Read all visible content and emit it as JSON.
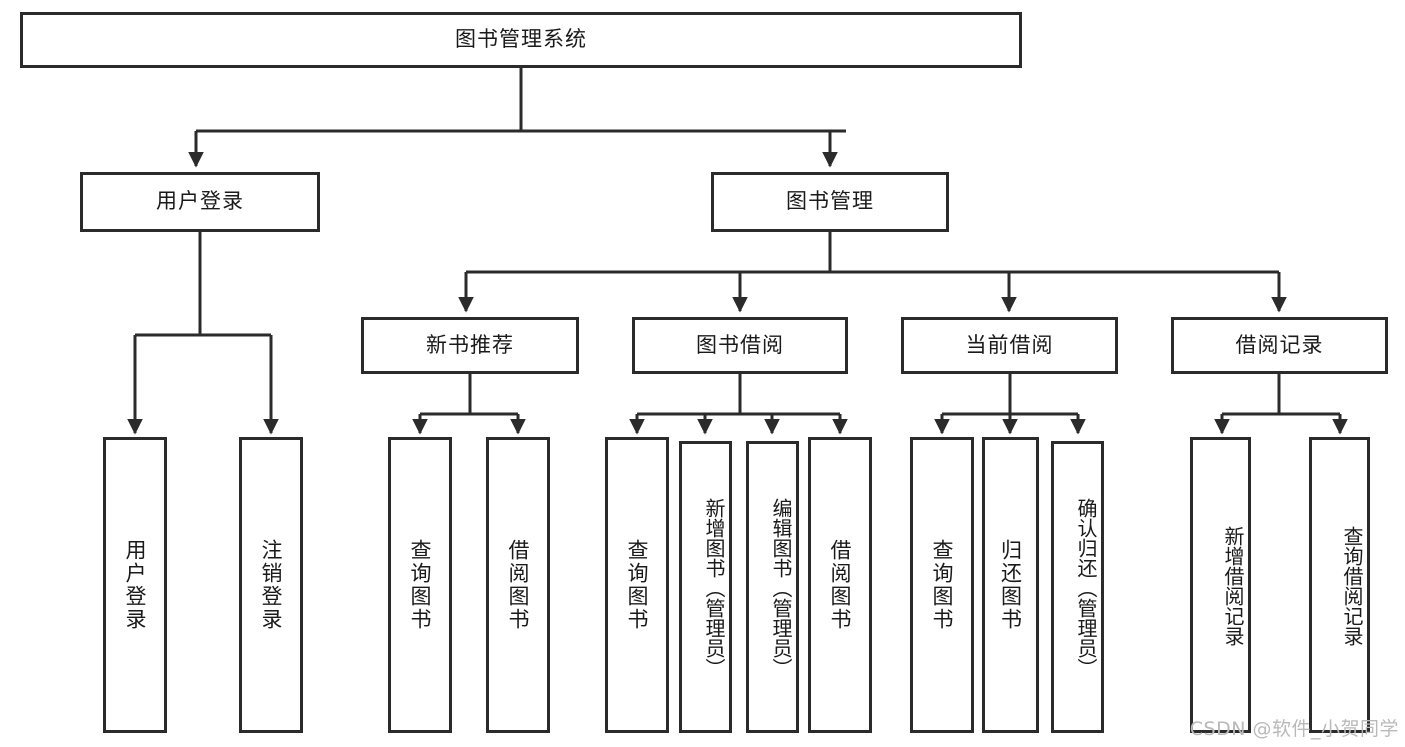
{
  "diagram": {
    "type": "tree-hierarchy-chart",
    "title": "图书管理系统",
    "watermark": "CSDN @软件_小贺同学",
    "colors": {
      "stroke": "#2b2b2b",
      "fill": "#ffffff",
      "text": "#1a1a1a",
      "watermark": "#b9b9b9"
    },
    "nodes": {
      "root": {
        "label": "图书管理系统"
      },
      "level2": [
        {
          "id": "user-login",
          "label": "用户登录"
        },
        {
          "id": "book-manage",
          "label": "图书管理"
        }
      ],
      "level3": [
        {
          "id": "new-book-rec",
          "label": "新书推荐"
        },
        {
          "id": "book-borrow",
          "label": "图书借阅"
        },
        {
          "id": "current-borrow",
          "label": "当前借阅"
        },
        {
          "id": "borrow-record",
          "label": "借阅记录"
        }
      ],
      "leaves": {
        "user-login": [
          {
            "id": "leaf-user-login",
            "label": "用户登录"
          },
          {
            "id": "leaf-logout-login",
            "label": "注销登录"
          }
        ],
        "new-book-rec": [
          {
            "id": "leaf-query-book-1",
            "label": "查询图书"
          },
          {
            "id": "leaf-borrow-book-1",
            "label": "借阅图书"
          }
        ],
        "book-borrow": [
          {
            "id": "leaf-query-book-2",
            "label": "查询图书"
          },
          {
            "id": "leaf-add-book-admin",
            "label": "新增图书（管理员）"
          },
          {
            "id": "leaf-edit-book-admin",
            "label": "编辑图书（管理员）"
          },
          {
            "id": "leaf-borrow-book-2",
            "label": "借阅图书"
          }
        ],
        "current-borrow": [
          {
            "id": "leaf-query-book-3",
            "label": "查询图书"
          },
          {
            "id": "leaf-return-book",
            "label": "归还图书"
          },
          {
            "id": "leaf-confirm-return-admin",
            "label": "确认归还（管理员）"
          }
        ],
        "borrow-record": [
          {
            "id": "leaf-add-borrow-record",
            "label": "新增借阅记录"
          },
          {
            "id": "leaf-query-borrow-record",
            "label": "查询借阅记录"
          }
        ]
      }
    }
  }
}
